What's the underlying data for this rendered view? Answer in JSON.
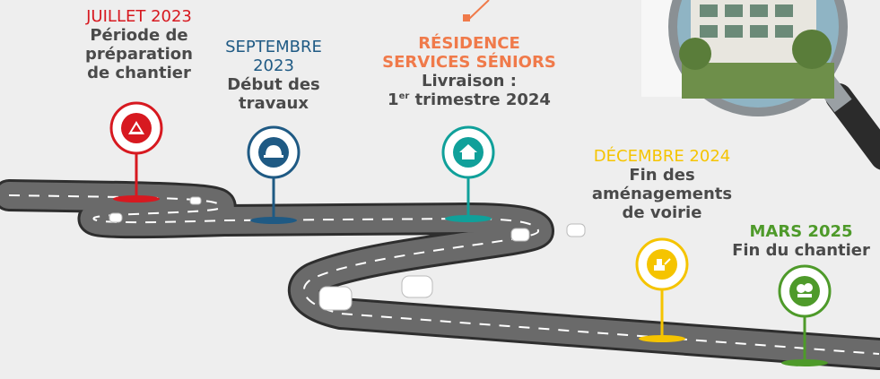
{
  "colors": {
    "red": "#d71920",
    "blue": "#1f5a84",
    "teal": "#10a09a",
    "orange": "#f07a4a",
    "yellow": "#f5c400",
    "green": "#4e9a2a",
    "road": "#5c5c5c",
    "text": "#4a4a4a"
  },
  "milestones": [
    {
      "date": "JUILLET 2023",
      "desc_lines": [
        "Période de",
        "préparation",
        "de chantier"
      ],
      "icon": "roadworks-sign-icon",
      "color": "#d71920"
    },
    {
      "date_lines": [
        "SEPTEMBRE",
        "2023"
      ],
      "desc_lines": [
        "Début des",
        "travaux"
      ],
      "icon": "hard-hat-icon",
      "color": "#1f5a84"
    },
    {
      "title_lines": [
        "RÉSIDENCE",
        "SERVICES SÉNIORS"
      ],
      "desc_line1": "Livraison :",
      "desc_line2_prefix": "1",
      "desc_line2_sup": "er",
      "desc_line2_suffix": " trimestre 2024",
      "icon": "house-icon",
      "color": "#10a09a"
    },
    {
      "date": "DÉCEMBRE 2024",
      "desc_lines": [
        "Fin des",
        "aménagements",
        "de voirie"
      ],
      "icon": "excavator-icon",
      "color": "#f5c400"
    },
    {
      "date": "MARS 2025",
      "desc_lines": [
        "Fin du chantier"
      ],
      "icon": "park-trees-icon",
      "color": "#4e9a2a"
    }
  ],
  "illustrations": [
    "magnifier-icon",
    "car-icon"
  ]
}
